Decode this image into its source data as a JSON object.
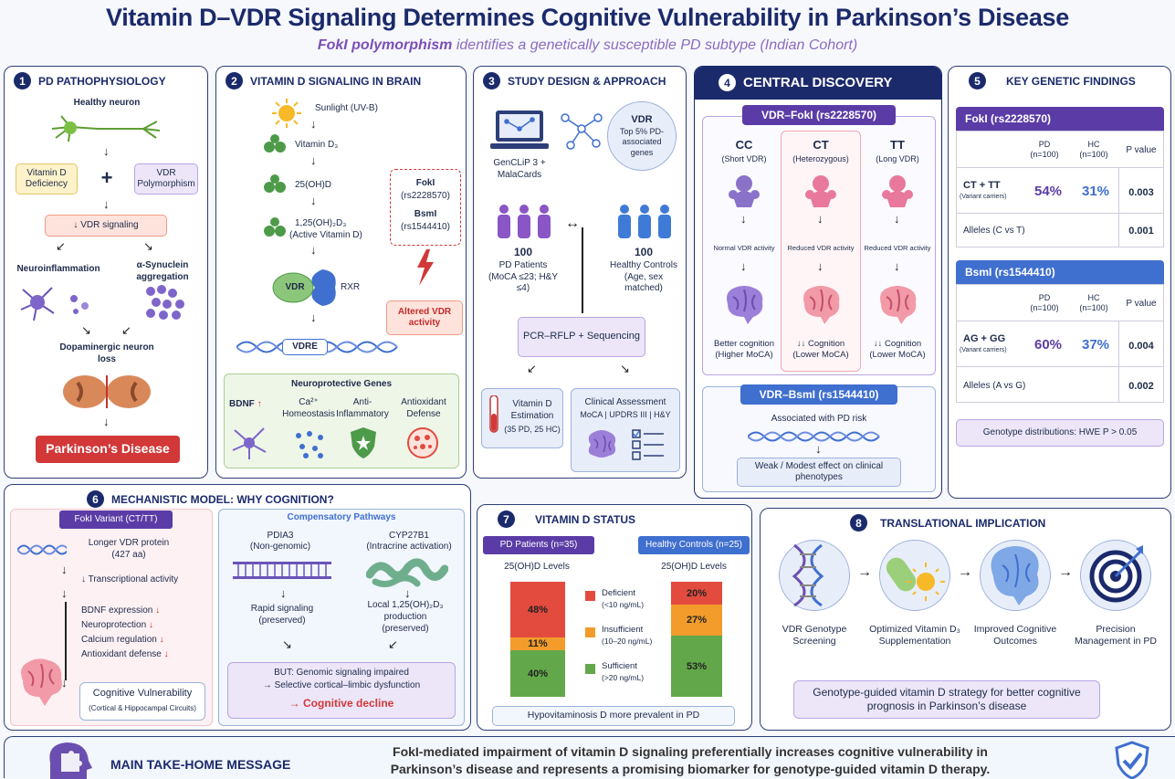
{
  "header": {
    "title": "Vitamin D–VDR Signaling Determines Cognitive Vulnerability in Parkinson’s Disease",
    "subtitle_bold": "FokI polymorphism",
    "subtitle_rest": " identifies a genetically susceptible PD subtype (Indian Cohort)"
  },
  "p1": {
    "num": "1",
    "title": "PD PATHOPHYSIOLOGY",
    "healthy": "Healthy neuron",
    "vitd_def": "Vitamin D Deficiency",
    "plus": "+",
    "vdr_poly": "VDR Polymorphism",
    "vdr_sig": "↓ VDR signaling",
    "neuroinfl": "Neuroinflammation",
    "asyn": "α-Synuclein aggregation",
    "dopa": "Dopaminergic neuron loss",
    "pd": "Parkinson’s Disease"
  },
  "p2": {
    "num": "2",
    "title": "VITAMIN D SIGNALING IN BRAIN",
    "sunlight": "Sunlight (UV-B)",
    "vitd3": "Vitamin D₃",
    "ohd": "25(OH)D",
    "active": "1,25(OH)₂D₃",
    "active_sub": "(Active Vitamin D)",
    "vdr": "VDR",
    "rxr": "RXR",
    "vdre": "VDRE",
    "fokI": "FokI",
    "fokI_rs": "(rs2228570)",
    "bsmI": "BsmI",
    "bsmI_rs": "(rs1544410)",
    "altered": "Altered VDR activity",
    "genes_title": "Neuroprotective Genes",
    "bdnf": "BDNF",
    "bdnf_arrow": "↑",
    "ca": "Ca²⁺ Homeostasis",
    "antiinf": "Anti-Inflammatory",
    "antiox": "Antioxidant Defense"
  },
  "p3": {
    "num": "3",
    "title": "STUDY DESIGN & APPROACH",
    "genclip": "GenCLiP 3 + MalaCards",
    "vdr_top": "VDR",
    "vdr_top_sub": "Top 5% PD-associated genes",
    "pd_n": "100",
    "pd_label": "PD Patients (MoCA ≤23; H&Y ≤4)",
    "hc_n": "100",
    "hc_label": "Healthy Controls (Age, sex matched)",
    "pcr": "PCR–RFLP + Sequencing",
    "vitd_est": "Vitamin D Estimation",
    "vitd_est_sub": "(35 PD, 25 HC)",
    "clinical": "Clinical Assessment",
    "clinical_sub": "MoCA | UPDRS III | H&Y"
  },
  "p4": {
    "num": "4",
    "title": "CENTRAL DISCOVERY",
    "fok_badge": "VDR–FokI (rs2228570)",
    "cols": [
      {
        "g": "CC",
        "s": "(Short VDR)",
        "act": "Normal VDR activity",
        "out": "Better cognition (Higher MoCA)",
        "color": "#8a72c9"
      },
      {
        "g": "CT",
        "s": "(Heterozygous)",
        "act": "Reduced VDR activity",
        "out": "↓↓ Cognition (Lower MoCA)",
        "color": "#e8789c"
      },
      {
        "g": "TT",
        "s": "(Long VDR)",
        "act": "Reduced VDR activity",
        "out": "↓↓ Cognition (Lower MoCA)",
        "color": "#e8789c"
      }
    ],
    "bsm_badge": "VDR–BsmI (rs1544410)",
    "bsm_assoc": "Associated with PD risk",
    "bsm_effect": "Weak / Modest effect on clinical phenotypes"
  },
  "p5": {
    "num": "5",
    "title": "KEY GENETIC FINDINGS",
    "fok_head": "FokI (rs2228570)",
    "bsm_head": "BsmI (rs1544410)",
    "col_pd": "PD",
    "col_pd_n": "(n=100)",
    "col_hc": "HC",
    "col_hc_n": "(n=100)",
    "col_p": "P value",
    "fok_row1": {
      "label": "CT + TT",
      "sub": "(Variant carriers)",
      "pd": "54%",
      "hc": "31%",
      "p": "0.003"
    },
    "fok_row2": {
      "label": "Alleles (C vs T)",
      "p": "0.001"
    },
    "bsm_row1": {
      "label": "AG + GG",
      "sub": "(Variant carriers)",
      "pd": "60%",
      "hc": "37%",
      "p": "0.004"
    },
    "bsm_row2": {
      "label": "Alleles (A vs G)",
      "p": "0.002"
    },
    "hwe": "Genotype distributions: HWE P > 0.05"
  },
  "p6": {
    "num": "6",
    "title": "MECHANISTIC MODEL: WHY COGNITION?",
    "fok_variant": "FokI Variant (CT/TT)",
    "longer": "Longer VDR protein",
    "longer_sub": "(427 aa)",
    "transc": "↓ Transcriptional activity",
    "items": [
      "BDNF expression",
      "Neuroprotection",
      "Calcium regulation",
      "Antioxidant defense"
    ],
    "down": "↓",
    "cogvul": "Cognitive Vulnerability",
    "cogvul_sub": "(Cortical & Hippocampal Circuits)",
    "comp_title": "Compensatory Pathways",
    "pdia3": "PDIA3",
    "pdia3_sub": "(Non-genomic)",
    "cyp": "CYP27B1",
    "cyp_sub": "(Intracrine activation)",
    "rapid": "Rapid signaling",
    "rapid_sub": "(preserved)",
    "local": "Local 1,25(OH)₂D₃ production",
    "local_sub": "(preserved)",
    "but": "BUT: Genomic signaling impaired",
    "selective": "→ Selective cortical–limbic dysfunction",
    "decline": "→ Cognitive decline"
  },
  "p7": {
    "num": "7",
    "title": "VITAMIN D STATUS",
    "pd_badge": "PD Patients (n=35)",
    "hc_badge": "Healthy Controls (n=25)",
    "levels": "25(OH)D Levels",
    "legend": [
      {
        "label": "Deficient",
        "sub": "(<10 ng/mL)",
        "color": "#e34b3f"
      },
      {
        "label": "Insufficient",
        "sub": "(10–20 ng/mL)",
        "color": "#f39c2b"
      },
      {
        "label": "Sufficient",
        "sub": "(>20 ng/mL)",
        "color": "#62a84a"
      }
    ],
    "pd_vals": [
      "48%",
      "11%",
      "40%"
    ],
    "hc_vals": [
      "20%",
      "27%",
      "53%"
    ],
    "foot": "Hypovitaminosis D more prevalent in PD"
  },
  "p8": {
    "num": "8",
    "title": "TRANSLATIONAL IMPLICATION",
    "steps": [
      "VDR Genotype Screening",
      "Optimized Vitamin D₃ Supplementation",
      "Improved Cognitive Outcomes",
      "Precision Management in PD"
    ],
    "arrow": "→",
    "banner": "Genotype-guided vitamin D strategy for better cognitive prognosis in Parkinson’s disease"
  },
  "footer": {
    "label": "MAIN TAKE-HOME MESSAGE",
    "line1": "FokI-mediated impairment of vitamin D signaling preferentially increases cognitive vulnerability in",
    "line2": "Parkinson’s disease and represents a promising biomarker for genotype-guided vitamin D therapy."
  }
}
